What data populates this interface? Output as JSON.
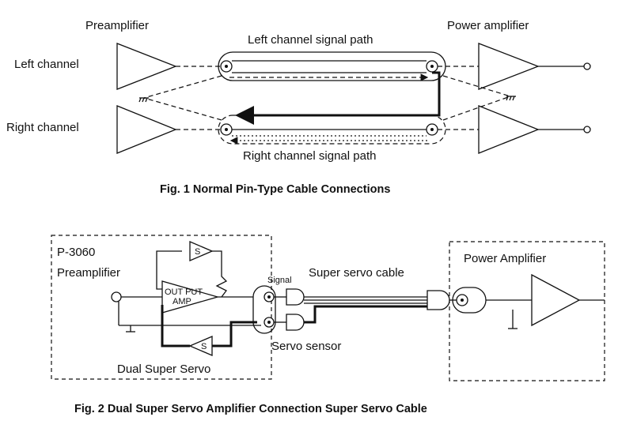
{
  "fig1": {
    "preamplifier_label": "Preamplifier",
    "power_amplifier_label": "Power amplifier",
    "left_channel_label": "Left channel",
    "right_channel_label": "Right channel",
    "left_path_label": "Left channel signal path",
    "right_path_label": "Right channel signal path",
    "caption": "Fig. 1  Normal Pin-Type Cable Connections"
  },
  "fig2": {
    "model_label": "P-3060",
    "preamplifier_label": "Preamplifier",
    "output_amp_label_1": "OUT PUT",
    "output_amp_label_2": "AMP",
    "servo_symbol": "S",
    "signal_label": "Signal",
    "super_servo_cable_label": "Super servo cable",
    "servo_sensor_label": "Servo sensor",
    "dual_super_servo_label": "Dual Super Servo",
    "power_amplifier_label": "Power Amplifier",
    "caption": "Fig. 2  Dual Super Servo Amplifier Connection Super Servo Cable"
  }
}
